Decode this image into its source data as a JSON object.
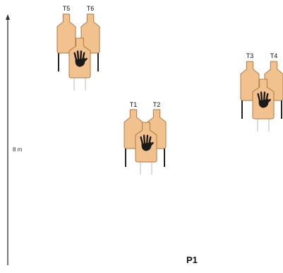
{
  "colors": {
    "target_fill": "#f2c28e",
    "target_stroke": "#b07a46",
    "stand_leg": "#222222",
    "stand_leg_light": "#c8c8c8",
    "hand_icon": "#1a1a1a",
    "axis": "#333333"
  },
  "distance_label": "8 m",
  "position_label": "P1",
  "target_groups": [
    {
      "id": "group-t5-t6",
      "labels": [
        "T5",
        "T6"
      ],
      "shoot_icon": "hand-icon"
    },
    {
      "id": "group-t1-t2",
      "labels": [
        "T1",
        "T2"
      ],
      "shoot_icon": "hand-icon"
    },
    {
      "id": "group-t3-t4",
      "labels": [
        "T3",
        "T4"
      ],
      "shoot_icon": "hand-icon"
    }
  ]
}
